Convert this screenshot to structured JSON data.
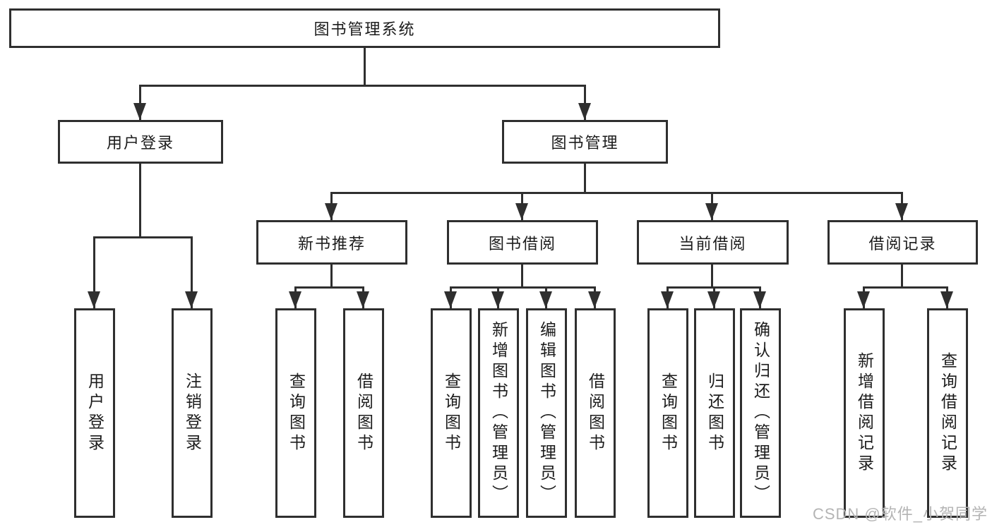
{
  "tree": {
    "root": {
      "label": "图书管理系统"
    },
    "level2": [
      {
        "label": "用户登录",
        "children": [
          "用户登录",
          "注销登录"
        ]
      },
      {
        "label": "图书管理"
      }
    ],
    "level3": [
      {
        "label": "新书推荐",
        "children": [
          "查询图书",
          "借阅图书"
        ]
      },
      {
        "label": "图书借阅",
        "children": [
          "查询图书",
          "新增图书（管理员）",
          "编辑图书（管理员）",
          "借阅图书"
        ]
      },
      {
        "label": "当前借阅",
        "children": [
          "查询图书",
          "归还图书",
          "确认归还（管理员）"
        ]
      },
      {
        "label": "借阅记录",
        "children": [
          "新增借阅记录",
          "查询借阅记录"
        ]
      }
    ]
  },
  "watermark": "CSDN @软件_小贺同学",
  "colors": {
    "line": "#2f2f2f",
    "text": "#1c1c1c",
    "watermark": "#b4b4b4",
    "background": "#ffffff"
  }
}
